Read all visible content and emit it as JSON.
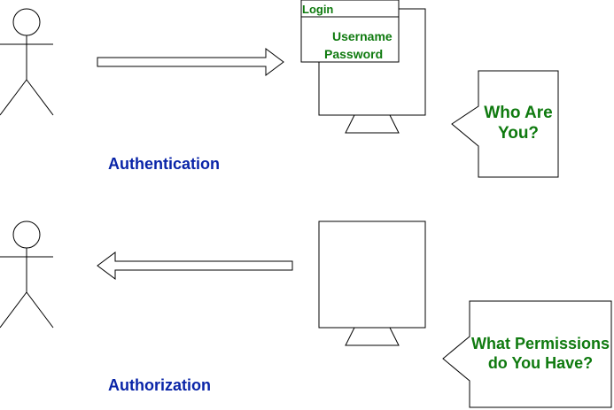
{
  "authentication": {
    "label": "Authentication",
    "login_box": {
      "title": "Login",
      "username": "Username",
      "password": "Password"
    },
    "speech": "Who Are You?"
  },
  "authorization": {
    "label": "Authorization",
    "speech": "What Permissions do You Have?"
  },
  "colors": {
    "label_blue": "#0a25a8",
    "speech_green": "#0f7a0f",
    "stroke": "#000000"
  }
}
